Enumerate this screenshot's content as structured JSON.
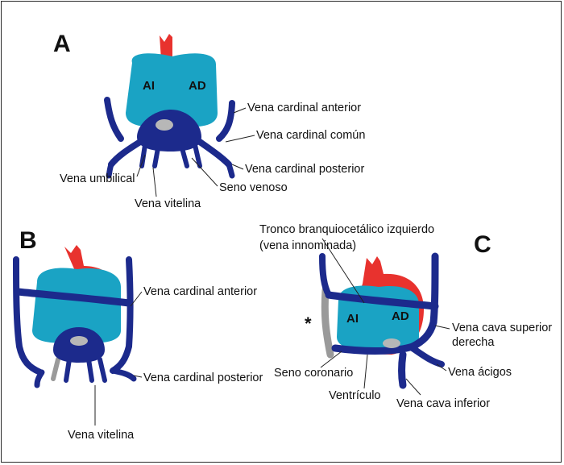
{
  "panels": {
    "a": {
      "letter": "A",
      "chambers": {
        "left": "AI",
        "right": "AD"
      },
      "labels": {
        "vena_cardinal_anterior": "Vena cardinal anterior",
        "vena_cardinal_comun": "Vena cardinal común",
        "vena_cardinal_posterior": "Vena cardinal posterior",
        "vena_umbilical": "Vena umbilical",
        "seno_venoso": "Seno venoso",
        "vena_vitelina": "Vena vitelina"
      }
    },
    "b": {
      "letter": "B",
      "labels": {
        "vena_cardinal_anterior": "Vena cardinal anterior",
        "vena_cardinal_posterior": "Vena cardinal posterior",
        "vena_vitelina": "Vena vitelina"
      }
    },
    "c": {
      "letter": "C",
      "chambers": {
        "left": "AI",
        "right": "AD"
      },
      "marker": "*",
      "labels": {
        "tronco_line1": "Tronco branquiocetálico izquierdo",
        "tronco_line2": "(vena innominada)",
        "vena_cava_superior_line1": "Vena cava superior",
        "vena_cava_superior_line2": "derecha",
        "seno_coronario": "Seno coronario",
        "vena_acigos": "Vena ácigos",
        "ventriculo": "Ventrículo",
        "vena_cava_inferior": "Vena cava inferior"
      }
    }
  },
  "colors": {
    "atrium": "#1aa3c4",
    "vein": "#1c2a8c",
    "artery": "#e8322e",
    "sinus_fill": "#b7b7b7",
    "grey_vein": "#9a9a9a"
  }
}
